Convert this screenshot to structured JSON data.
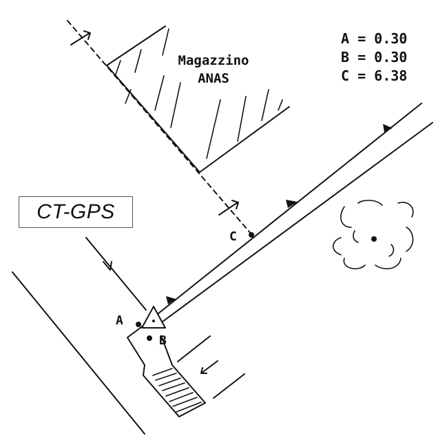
{
  "title_box": "CT-GPS",
  "building": {
    "line1": "Magazzino",
    "line2": "ANAS"
  },
  "measurements": [
    {
      "key": "A",
      "text": "A = 0.30"
    },
    {
      "key": "B",
      "text": "B = 0.30"
    },
    {
      "key": "C",
      "text": "C = 6.38"
    }
  ],
  "points": {
    "a": "A",
    "b": "B",
    "c": "C"
  },
  "colors": {
    "ink": "#111111",
    "paper": "#ffffff"
  }
}
